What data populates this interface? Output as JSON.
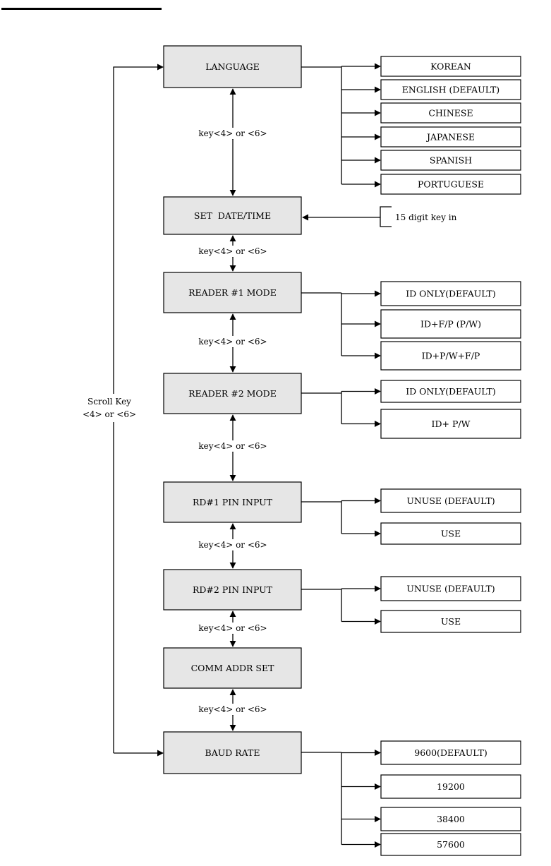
{
  "scroll_key": {
    "line1": "Scroll Key",
    "line2": "<4> or <6>"
  },
  "key_label": "key<4> or <6>",
  "date_input": "15 digit key in",
  "menus": [
    {
      "label": "LANGUAGE",
      "options": [
        "KOREAN",
        "ENGLISH (DEFAULT)",
        "CHINESE",
        "JAPANESE",
        "SPANISH",
        "PORTUGUESE"
      ]
    },
    {
      "label": "SET  DATE/TIME",
      "options": []
    },
    {
      "label": "READER #1 MODE",
      "options": [
        "ID ONLY(DEFAULT)",
        "ID+F/P (P/W)",
        "ID+P/W+F/P"
      ]
    },
    {
      "label": "READER #2 MODE",
      "options": [
        "ID ONLY(DEFAULT)",
        "ID+ P/W"
      ]
    },
    {
      "label": "RD#1 PIN INPUT",
      "options": [
        "UNUSE (DEFAULT)",
        "USE"
      ]
    },
    {
      "label": "RD#2 PIN INPUT",
      "options": [
        "UNUSE (DEFAULT)",
        "USE"
      ]
    },
    {
      "label": "COMM ADDR SET",
      "options": []
    },
    {
      "label": "BAUD RATE",
      "options": [
        "9600(DEFAULT)",
        "19200",
        "38400",
        "57600"
      ]
    }
  ]
}
